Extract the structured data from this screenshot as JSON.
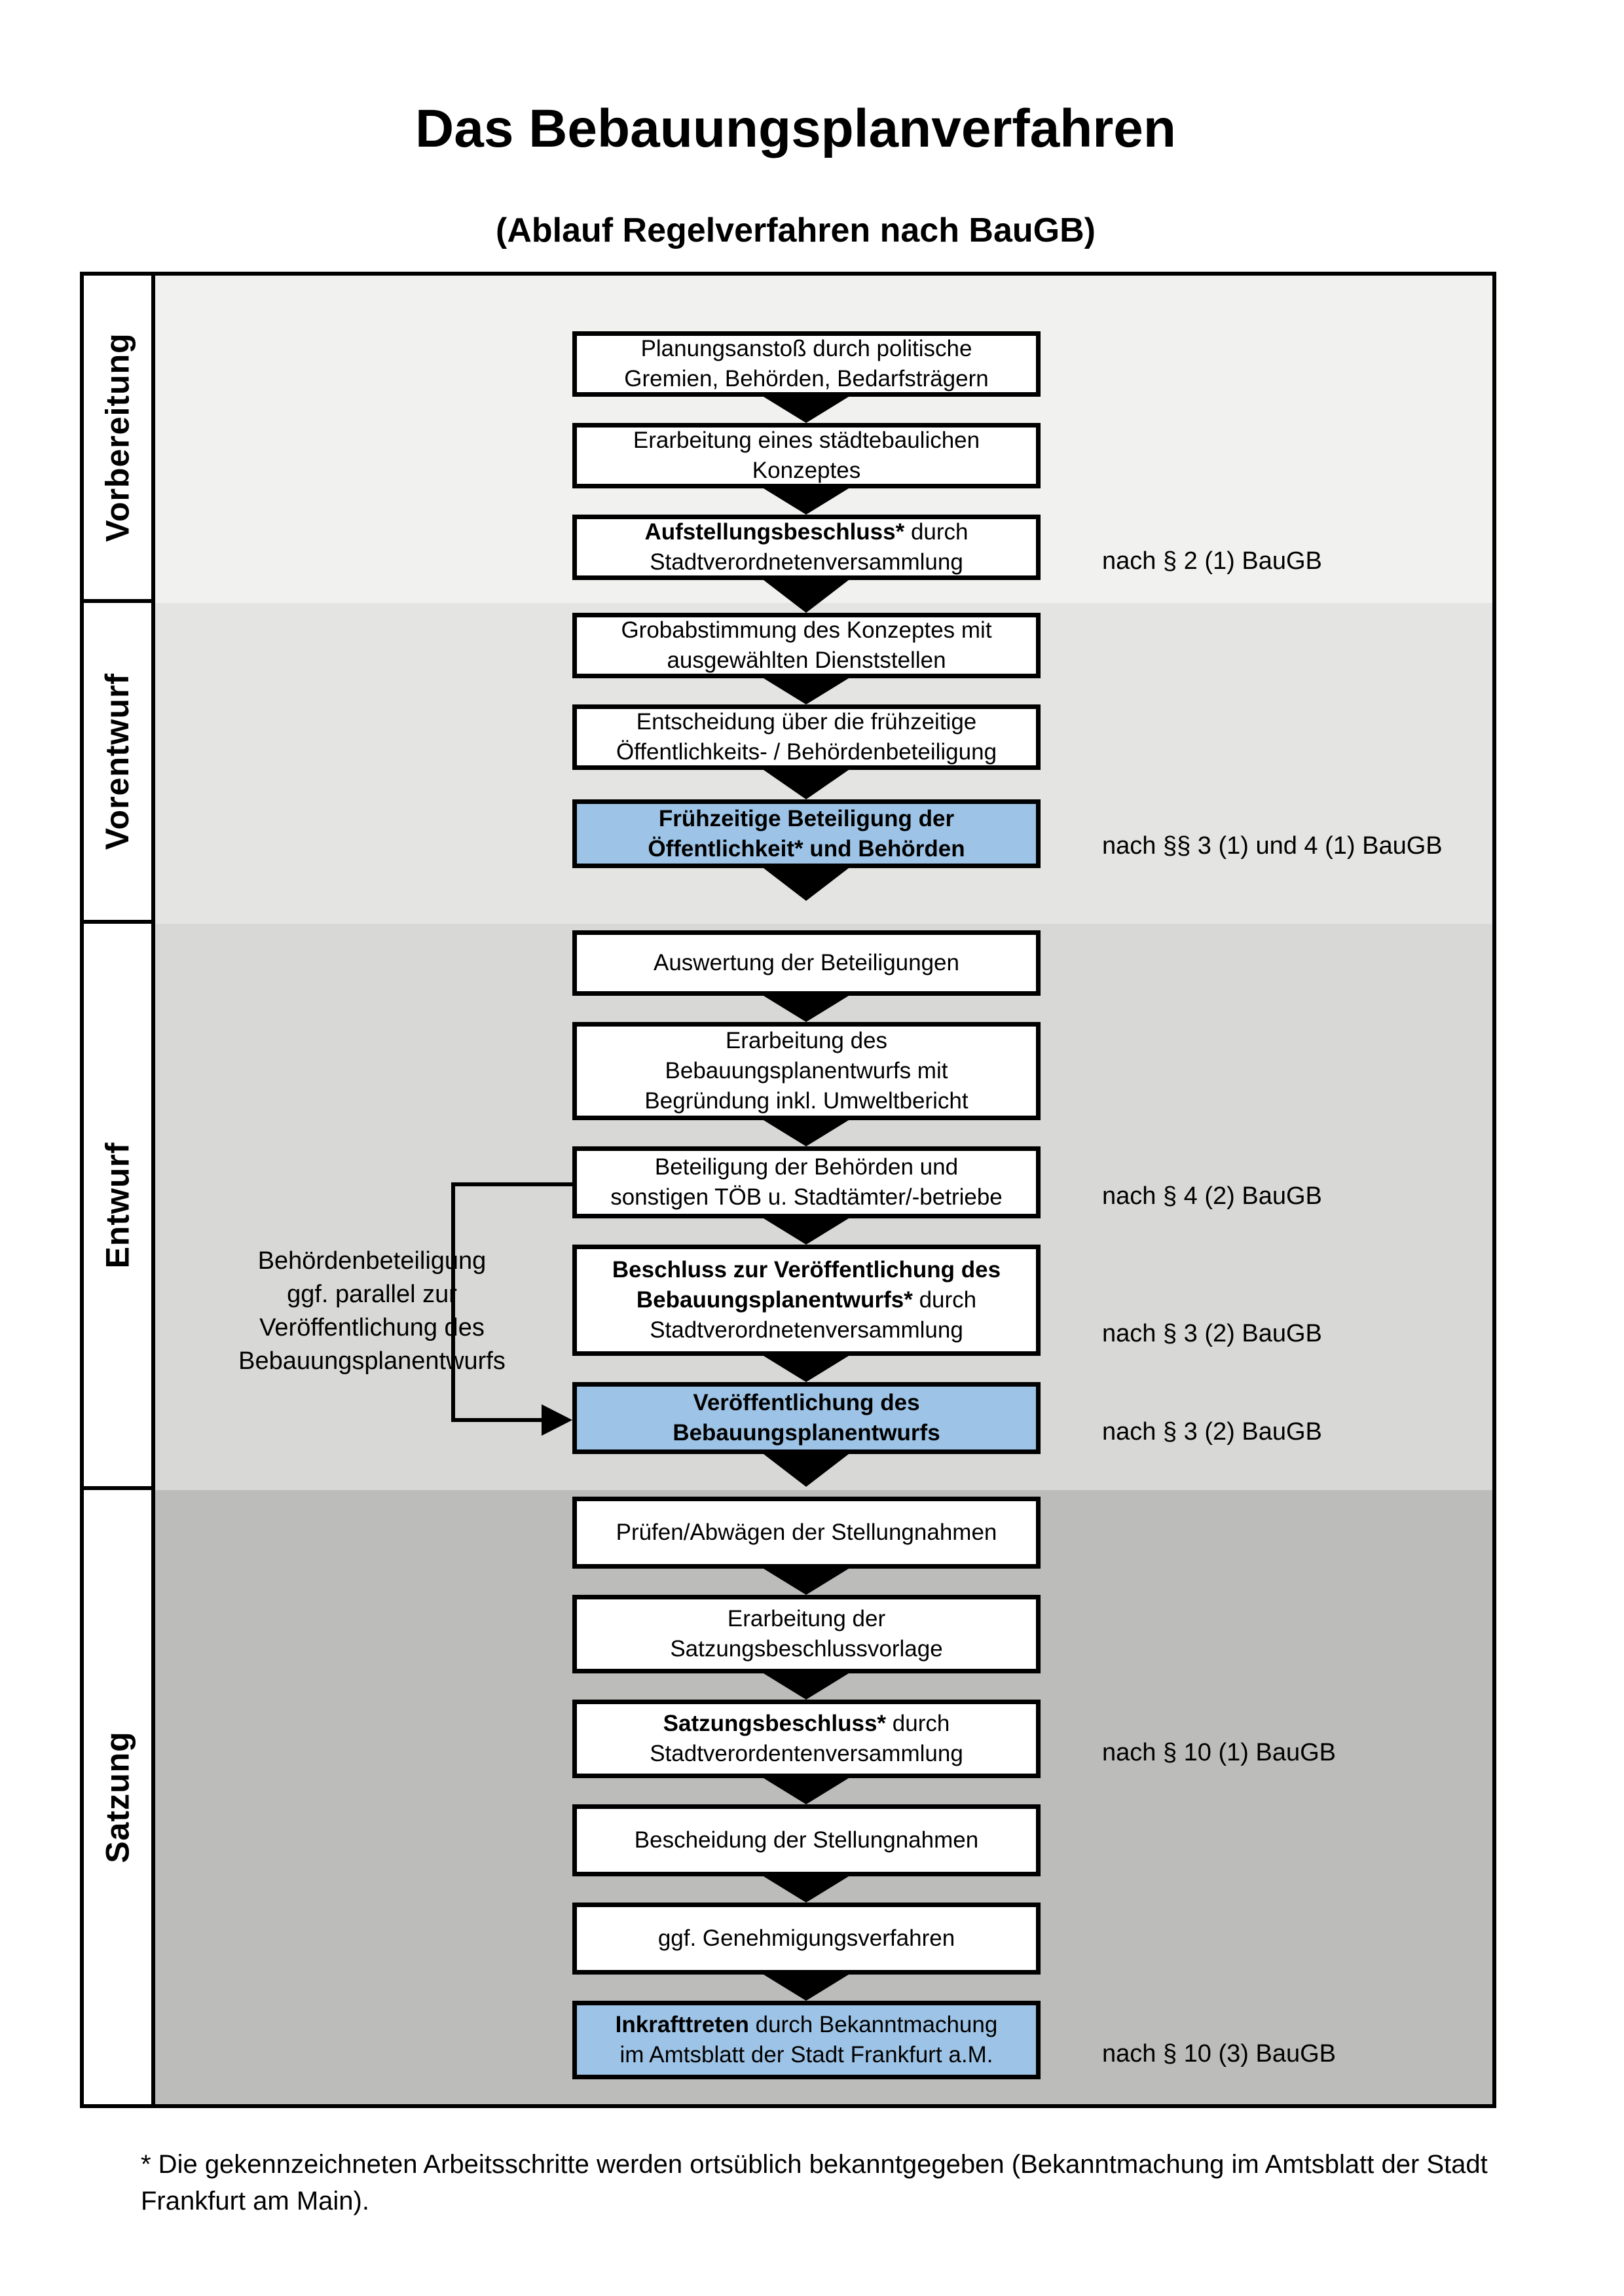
{
  "header": {
    "title": "Das Bebauungsplanverfahren",
    "subtitle": "(Ablauf Regelverfahren nach BauGB)"
  },
  "colors": {
    "highlight_blue": "#9dc3e6",
    "box_white": "#ffffff",
    "box_border": "#000000",
    "frame_border": "#000000"
  },
  "diagram": {
    "phases": [
      {
        "label": "Vorbereitung",
        "color": "#f1f1ef"
      },
      {
        "label": "Vorentwurf",
        "color": "#e4e4e2"
      },
      {
        "label": "Entwurf",
        "color": "#d8d8d6"
      },
      {
        "label": "Satzung",
        "color": "#bcbcba"
      }
    ],
    "nodes": [
      {
        "id": "planungsanstoss",
        "fill": "white",
        "lines": [
          [
            {
              "t": "Planungsanstoß durch politische"
            }
          ],
          [
            {
              "t": "Gremien, Behörden, Bedarfsträgern"
            }
          ]
        ]
      },
      {
        "id": "staedtebauliches-konzept",
        "fill": "white",
        "lines": [
          [
            {
              "t": "Erarbeitung eines städtebaulichen"
            }
          ],
          [
            {
              "t": "Konzeptes"
            }
          ]
        ]
      },
      {
        "id": "aufstellungsbeschluss",
        "fill": "white",
        "lines": [
          [
            {
              "t": "Aufstellungsbeschluss*",
              "b": true
            },
            {
              "t": " durch"
            }
          ],
          [
            {
              "t": "Stadtverordnetenversammlung"
            }
          ]
        ]
      },
      {
        "id": "grobabstimmung",
        "fill": "white",
        "lines": [
          [
            {
              "t": "Grobabstimmung des Konzeptes mit"
            }
          ],
          [
            {
              "t": "ausgewählten Dienststellen"
            }
          ]
        ]
      },
      {
        "id": "entscheidung-beteiligung",
        "fill": "white",
        "lines": [
          [
            {
              "t": "Entscheidung über die frühzeitige"
            }
          ],
          [
            {
              "t": "Öffentlichkeits- / Behördenbeteiligung"
            }
          ]
        ]
      },
      {
        "id": "fruehzeitige-beteiligung",
        "fill": "blue",
        "lines": [
          [
            {
              "t": "Frühzeitige Beteiligung der",
              "b": true
            }
          ],
          [
            {
              "t": "Öffentlichkeit* und Behörden",
              "b": true
            }
          ]
        ]
      },
      {
        "id": "auswertung-beteiligungen",
        "fill": "white",
        "lines": [
          [
            {
              "t": "Auswertung der Beteiligungen"
            }
          ]
        ]
      },
      {
        "id": "erarbeitung-entwurf",
        "fill": "white",
        "lines": [
          [
            {
              "t": "Erarbeitung des"
            }
          ],
          [
            {
              "t": "Bebauungsplanentwurfs mit"
            }
          ],
          [
            {
              "t": "Begründung inkl. Umweltbericht"
            }
          ]
        ]
      },
      {
        "id": "beteiligung-behoerden",
        "fill": "white",
        "lines": [
          [
            {
              "t": "Beteiligung der Behörden und"
            }
          ],
          [
            {
              "t": "sonstigen TÖB u. Stadtämter/-betriebe"
            }
          ]
        ]
      },
      {
        "id": "beschluss-veroeffentlichung",
        "fill": "white",
        "lines": [
          [
            {
              "t": "Beschluss zur Veröffentlichung des",
              "b": true
            }
          ],
          [
            {
              "t": "Bebauungsplanentwurfs*",
              "b": true
            },
            {
              "t": " durch"
            }
          ],
          [
            {
              "t": "Stadtverordnetenversammlung"
            }
          ]
        ]
      },
      {
        "id": "veroeffentlichung-entwurf",
        "fill": "blue",
        "lines": [
          [
            {
              "t": "Veröffentlichung des",
              "b": true
            }
          ],
          [
            {
              "t": "Bebauungsplanentwurfs",
              "b": true
            }
          ]
        ]
      },
      {
        "id": "pruefen-abwaegen",
        "fill": "white",
        "lines": [
          [
            {
              "t": "Prüfen/Abwägen der Stellungnahmen"
            }
          ]
        ]
      },
      {
        "id": "satzungsbeschlussvorlage",
        "fill": "white",
        "lines": [
          [
            {
              "t": "Erarbeitung der"
            }
          ],
          [
            {
              "t": "Satzungsbeschlussvorlage"
            }
          ]
        ]
      },
      {
        "id": "satzungsbeschluss",
        "fill": "white",
        "lines": [
          [
            {
              "t": "Satzungsbeschluss*",
              "b": true
            },
            {
              "t": " durch"
            }
          ],
          [
            {
              "t": "Stadtverordentenversammlung"
            }
          ]
        ]
      },
      {
        "id": "bescheidung",
        "fill": "white",
        "lines": [
          [
            {
              "t": "Bescheidung der Stellungnahmen"
            }
          ]
        ]
      },
      {
        "id": "genehmigungsverfahren",
        "fill": "white",
        "lines": [
          [
            {
              "t": "ggf. Genehmigungsverfahren"
            }
          ]
        ]
      },
      {
        "id": "inkrafttreten",
        "fill": "blue",
        "lines": [
          [
            {
              "t": "Inkrafttreten",
              "b": true
            },
            {
              "t": " durch Bekanntmachung"
            }
          ],
          [
            {
              "t": "im Amtsblatt der Stadt Frankfurt a.M."
            }
          ]
        ]
      }
    ],
    "annotations": [
      {
        "text": "nach § 2 (1) BauGB"
      },
      {
        "text": "nach §§ 3 (1) und 4 (1) BauGB"
      },
      {
        "text": "nach § 4 (2) BauGB"
      },
      {
        "text": "nach § 3 (2) BauGB"
      },
      {
        "text": "nach § 3 (2) BauGB"
      },
      {
        "text": "nach § 10 (1) BauGB"
      },
      {
        "text": "nach § 10 (3) BauGB"
      }
    ],
    "side_note": {
      "lines": [
        "Behördenbeteiligung",
        "ggf. parallel zur",
        "Veröffentlichung des",
        "Bebauungsplanentwurfs"
      ]
    }
  },
  "footnote": {
    "line1": "* Die gekennzeichneten Arbeitsschritte werden ortsüblich bekanntgegeben (Bekanntmachung im Amtsblatt  der Stadt",
    "line2": "Frankfurt am Main)."
  }
}
